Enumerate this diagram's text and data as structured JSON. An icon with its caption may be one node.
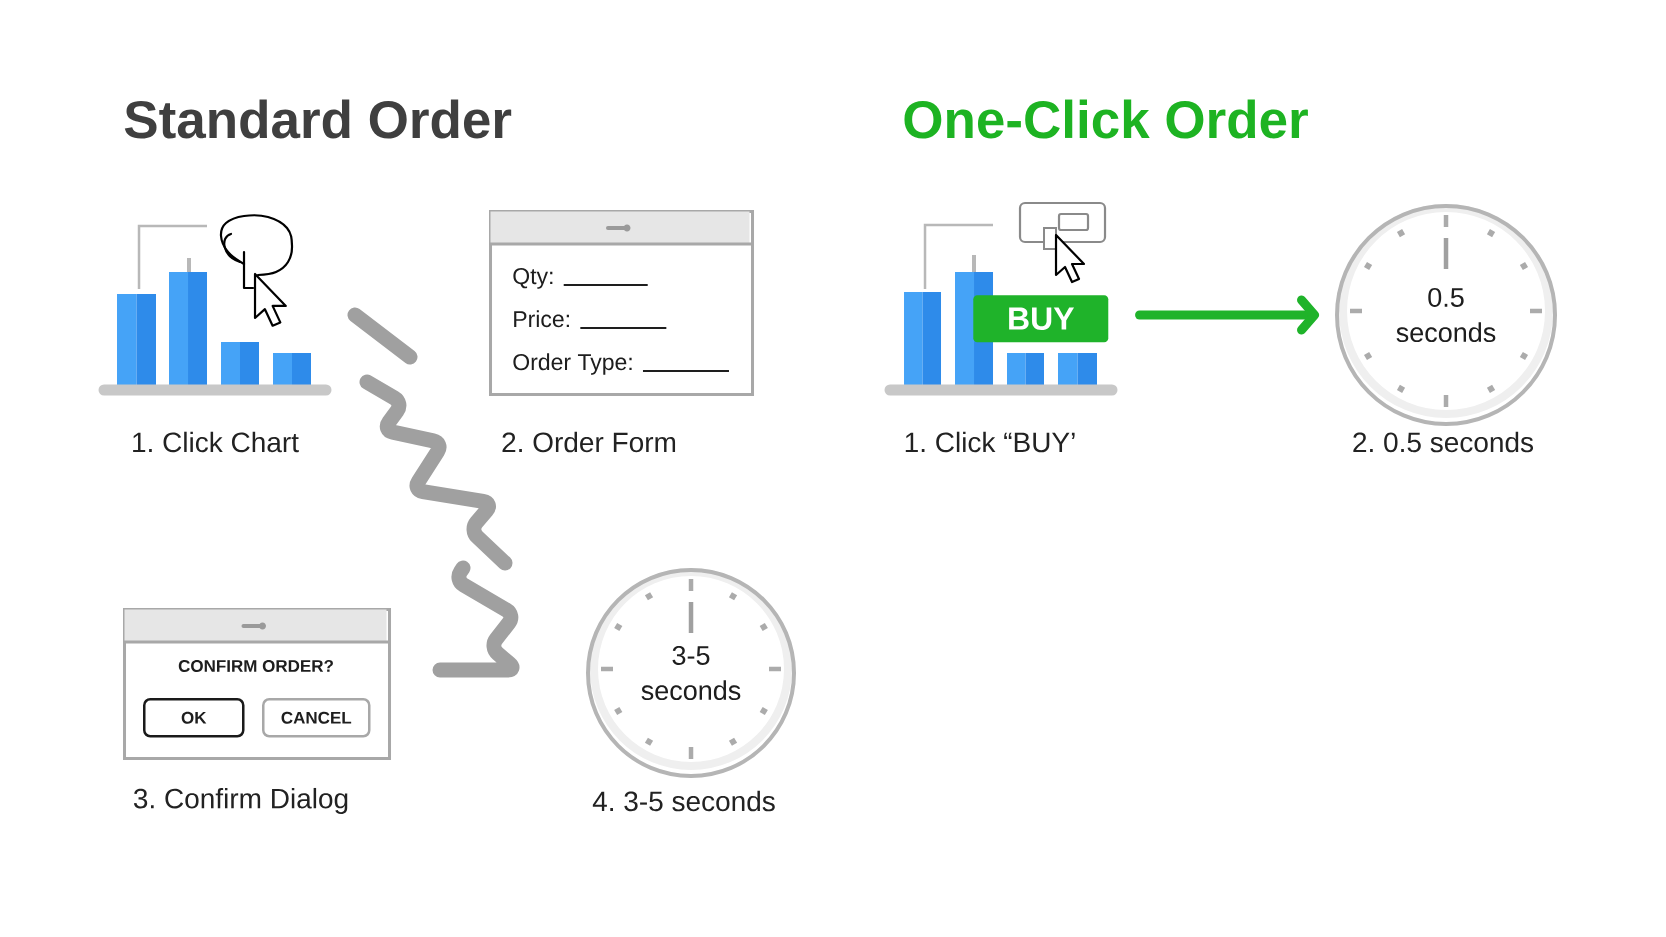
{
  "diagram": {
    "nodes": [
      {
        "text": [],
        "shape": "picture",
        "beside": [
          "1. Click Chart"
        ]
      },
      {
        "text": [
          "Qty:",
          "Price:",
          "Order Type:"
        ],
        "beside": [
          "2. Order Form"
        ]
      },
      {
        "text": [
          "CONFIRM ORDER?"
        ],
        "beside": [
          "3. Confirm Dialog"
        ]
      },
      {
        "text": [
          "OK"
        ],
        "in": 2
      },
      {
        "text": [
          "CANCEL"
        ],
        "in": 2
      },
      {
        "text": [
          "3-5 seconds"
        ],
        "beside": [
          "4. 3-5 seconds"
        ]
      },
      {
        "text": [],
        "shape": "picture",
        "beside": [
          "1. Click “BUY’"
        ]
      },
      {
        "text": [
          "BUY"
        ],
        "in": 6
      },
      {
        "text": [
          "0.5 seconds"
        ],
        "beside": [
          "2. 0.5 seconds"
        ]
      }
    ],
    "edges": [
      {
        "from": 6,
        "to": 8,
        "arrow": "to",
        "color": "#1fb32a"
      }
    ],
    "labels": [
      "Standard Order",
      "One-Click Order"
    ]
  }
}
